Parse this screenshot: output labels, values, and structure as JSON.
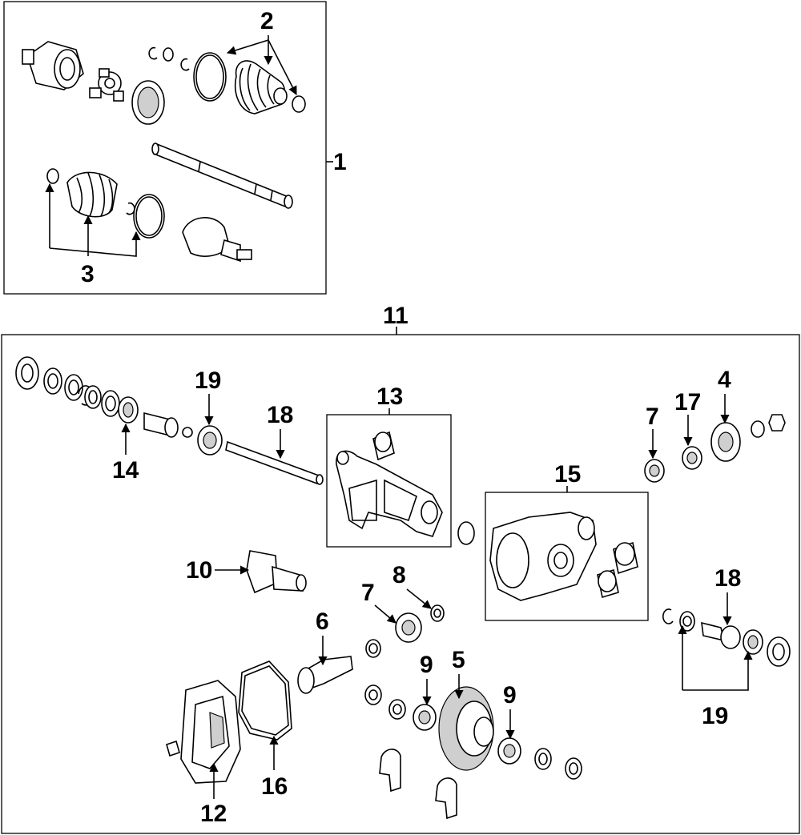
{
  "callouts": {
    "c1": "1",
    "c2": "2",
    "c3": "3",
    "c4": "4",
    "c5": "5",
    "c6": "6",
    "c7a": "7",
    "c7b": "7",
    "c8": "8",
    "c9a": "9",
    "c9b": "9",
    "c10": "10",
    "c11": "11",
    "c12": "12",
    "c13": "13",
    "c14": "14",
    "c15": "15",
    "c16": "16",
    "c17": "17",
    "c18a": "18",
    "c18b": "18",
    "c19a": "19",
    "c19b": "19"
  },
  "style": {
    "line_color": "#000000",
    "background": "#ffffff"
  }
}
